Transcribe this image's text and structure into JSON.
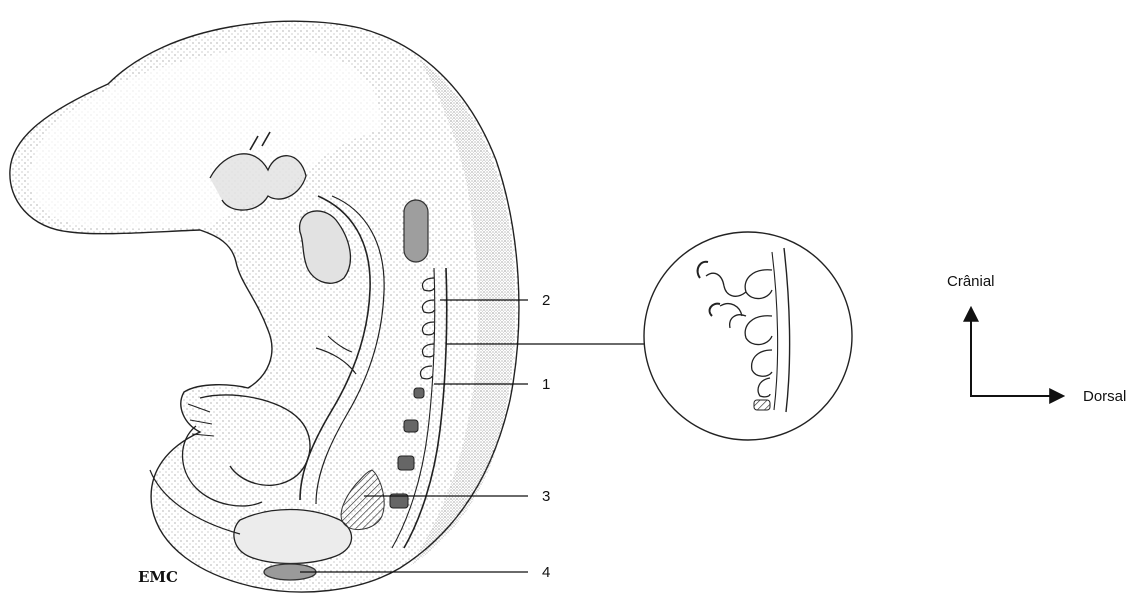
{
  "labels": {
    "one": "1",
    "two": "2",
    "three": "3",
    "four": "4"
  },
  "orientation": {
    "cranial": "Crânial",
    "dorsal": "Dorsal"
  },
  "logo_text": "EMC",
  "colors": {
    "ink": "#111111",
    "stipple": "#555555",
    "background": "#ffffff",
    "shading": "#bdbdbd"
  }
}
